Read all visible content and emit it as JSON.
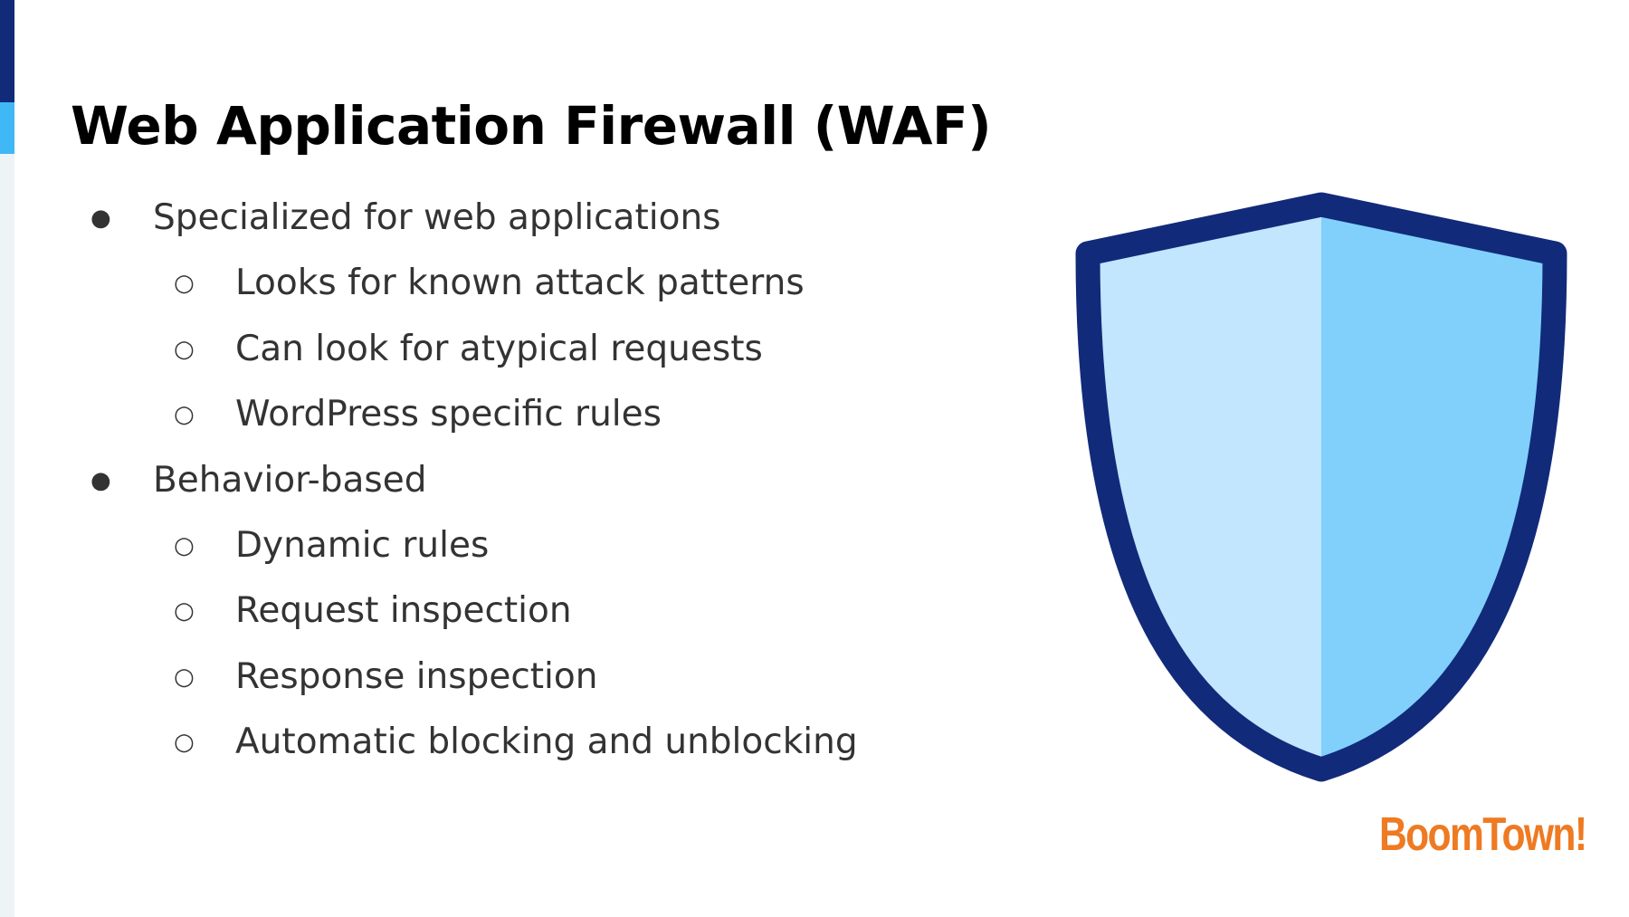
{
  "slide": {
    "title": "Web Application Firewall (WAF)",
    "bullet_marker": "●",
    "sub_bullet_marker": "○",
    "bullets": [
      {
        "text": "Specialized for web applications",
        "sub": [
          "Looks for known attack patterns",
          "Can look for atypical requests",
          "WordPress specific rules"
        ]
      },
      {
        "text": "Behavior-based",
        "sub": [
          "Dynamic rules",
          "Request inspection",
          "Response inspection",
          "Automatic blocking and unblocking"
        ]
      }
    ]
  },
  "illustration": {
    "icon": "shield-icon",
    "colors": {
      "outline": "#122a7a",
      "left_fill": "#c1e6fd",
      "right_fill": "#80d0fb"
    }
  },
  "logo": {
    "text": "BoomTown!",
    "color": "#ee7a22"
  },
  "theme": {
    "accent_dark": "#122a7a",
    "accent_light": "#40b8f5",
    "side_strip": "#eef3f5",
    "text_color": "#333333"
  }
}
